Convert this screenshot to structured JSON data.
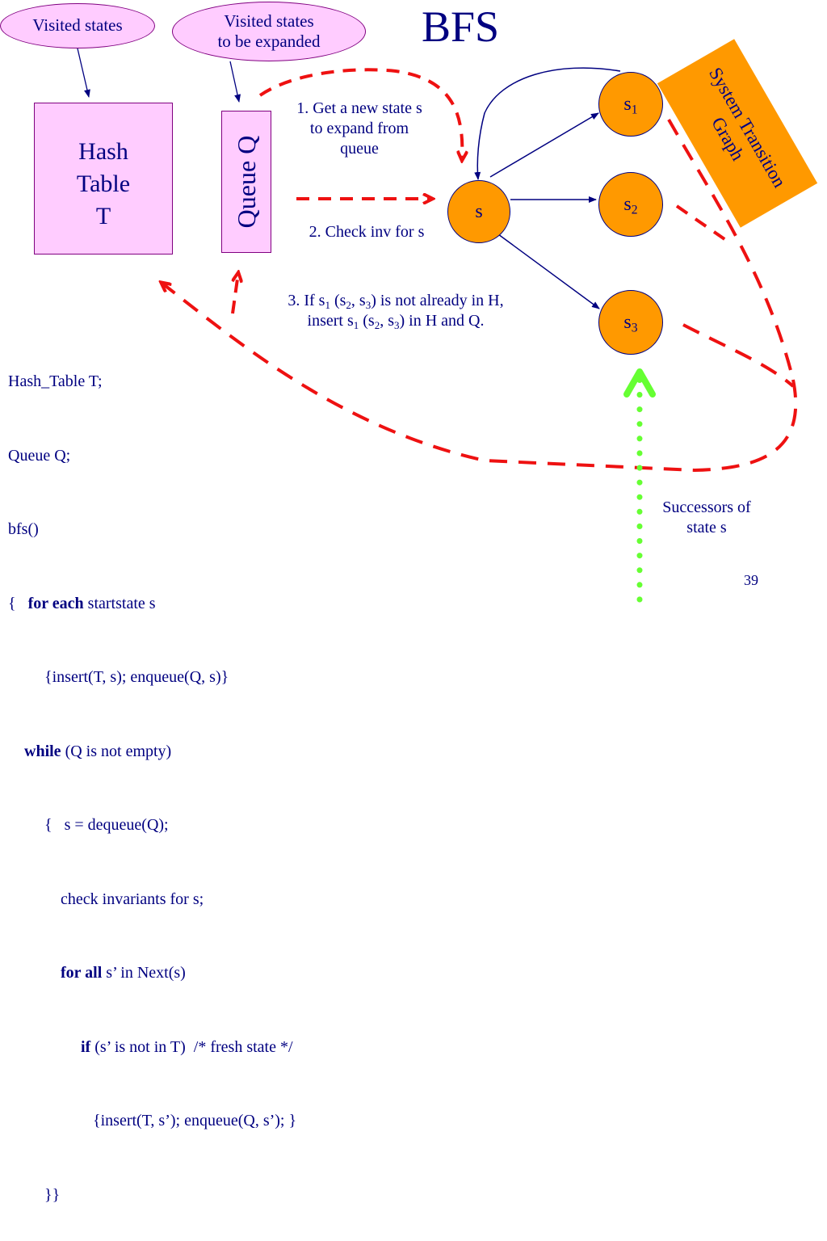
{
  "title": "BFS",
  "slide_number": "39",
  "colors": {
    "text": "#000080",
    "pink_fill": "#ffccff",
    "pink_border": "#800080",
    "orange_node": "#ff9900",
    "orange_box": "#ff9900",
    "red_dashed": "#ee1111",
    "green_dotted": "#66ff33"
  },
  "labels": {
    "visited_states": "Visited states",
    "visited_expand_line1": "Visited states",
    "visited_expand_line2": "to be expanded",
    "hash_table_line1": "Hash",
    "hash_table_line2": "Table",
    "hash_table_line3": "T",
    "queue": "Queue Q",
    "system_graph_line1": "System Transition",
    "system_graph_line2": "Graph",
    "successors_line1": "Successors of",
    "successors_line2": "state s"
  },
  "steps": {
    "step1_line1": "1. Get a new state s",
    "step1_line2": "to expand from",
    "step1_line3": "queue",
    "step2": "2. Check inv for s",
    "step3_a": "3. If s",
    "step3_sub1": "1",
    "step3_b": " (s",
    "step3_sub2": "2",
    "step3_c": ", s",
    "step3_sub3": "3",
    "step3_d": ") is not already in H,",
    "step3_line2_a": "insert s",
    "step3_line2_sub1": "1",
    "step3_line2_b": " (s",
    "step3_line2_sub2": "2",
    "step3_line2_c": ", s",
    "step3_line2_sub3": "3",
    "step3_line2_d": ") in H and Q."
  },
  "nodes": {
    "s": "s",
    "s1_base": "s",
    "s1_sub": "1",
    "s2_base": "s",
    "s2_sub": "2",
    "s3_base": "s",
    "s3_sub": "3"
  },
  "code": {
    "line1": "Hash_Table T;",
    "line2": "Queue Q;",
    "line3": "bfs()",
    "line4_pre": "{   ",
    "line4_kw": "for each",
    "line4_post": " startstate s",
    "line5": "         {insert(T, s); enqueue(Q, s)}",
    "line6_pre": "    ",
    "line6_kw": "while",
    "line6_post": " (Q is not empty)",
    "line7": "         {   s = dequeue(Q);",
    "line8": "             check invariants for s;",
    "line9_pre": "             ",
    "line9_kw": "for all",
    "line9_post": " s’ in Next(s)",
    "line10_pre": "                  ",
    "line10_kw": "if",
    "line10_post": " (s’ is not in T)  /* fresh state */",
    "line11": "                     {insert(T, s’); enqueue(Q, s’); }",
    "line12": "         }}"
  }
}
